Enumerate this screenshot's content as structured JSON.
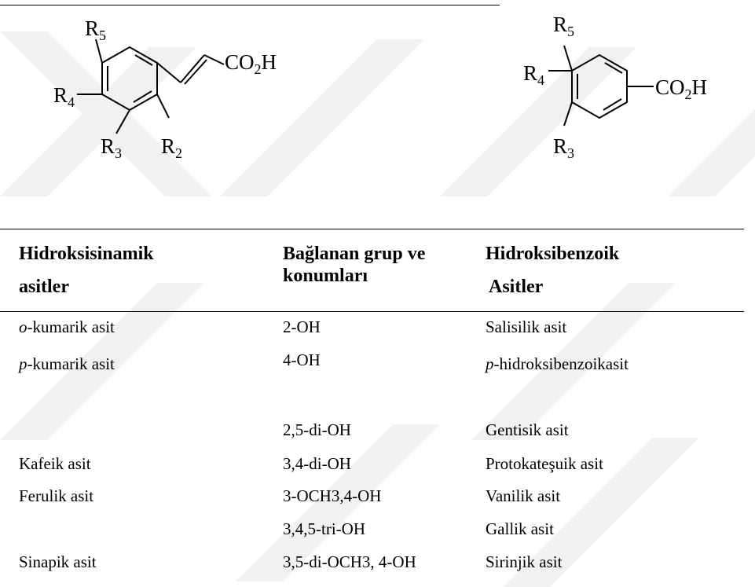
{
  "structures": {
    "cinnamic": {
      "labels": {
        "r5": "R",
        "r5_sub": "5",
        "r4": "R",
        "r4_sub": "4",
        "r3": "R",
        "r3_sub": "3",
        "r2": "R",
        "r2_sub": "2",
        "acid": "CO",
        "acid_sub": "2",
        "acid_tail": "H"
      }
    },
    "benzoic": {
      "labels": {
        "r5": "R",
        "r5_sub": "5",
        "r4": "R",
        "r4_sub": "4",
        "r3": "R",
        "r3_sub": "3",
        "acid": "CO",
        "acid_sub": "2",
        "acid_tail": "H"
      }
    }
  },
  "table": {
    "headers": {
      "col1_line1": "Hidroksisinamik",
      "col1_line2": "asitler",
      "col2_line1": "Bağlanan grup ve",
      "col2_line2": "konumları",
      "col3_line1": "Hidroksibenzoik",
      "col3_line2": "Asitler"
    },
    "rows": [
      {
        "c1_prefix": "o",
        "c1": "-kumarik asit",
        "c2": "2-OH",
        "c3_prefix": "",
        "c3": "Salisilik asit"
      },
      {
        "c1_prefix": "p",
        "c1": "-kumarik asit",
        "c2": "4-OH",
        "c3_prefix": "p",
        "c3": "-hidroksibenzoikasit"
      },
      {
        "c1_prefix": "",
        "c1": "",
        "c2": "2,5-di-OH",
        "c3_prefix": "",
        "c3": "Gentisik asit"
      },
      {
        "c1_prefix": "",
        "c1": "Kafeik asit",
        "c2": "3,4-di-OH",
        "c3_prefix": "",
        "c3": "Protokateşuik asit"
      },
      {
        "c1_prefix": "",
        "c1": "Ferulik asit",
        "c2": "3-OCH3,4-OH",
        "c3_prefix": "",
        "c3": "Vanilik asit"
      },
      {
        "c1_prefix": "",
        "c1": "",
        "c2": "3,4,5-tri-OH",
        "c3_prefix": "",
        "c3": "Gallik asit"
      },
      {
        "c1_prefix": "",
        "c1": "Sinapik asit",
        "c2": "3,5-di-OCH3, 4-OH",
        "c3_prefix": "",
        "c3": "Sirinjik asit"
      }
    ]
  },
  "colors": {
    "watermark": "#f1f1f1",
    "text": "#000000"
  }
}
